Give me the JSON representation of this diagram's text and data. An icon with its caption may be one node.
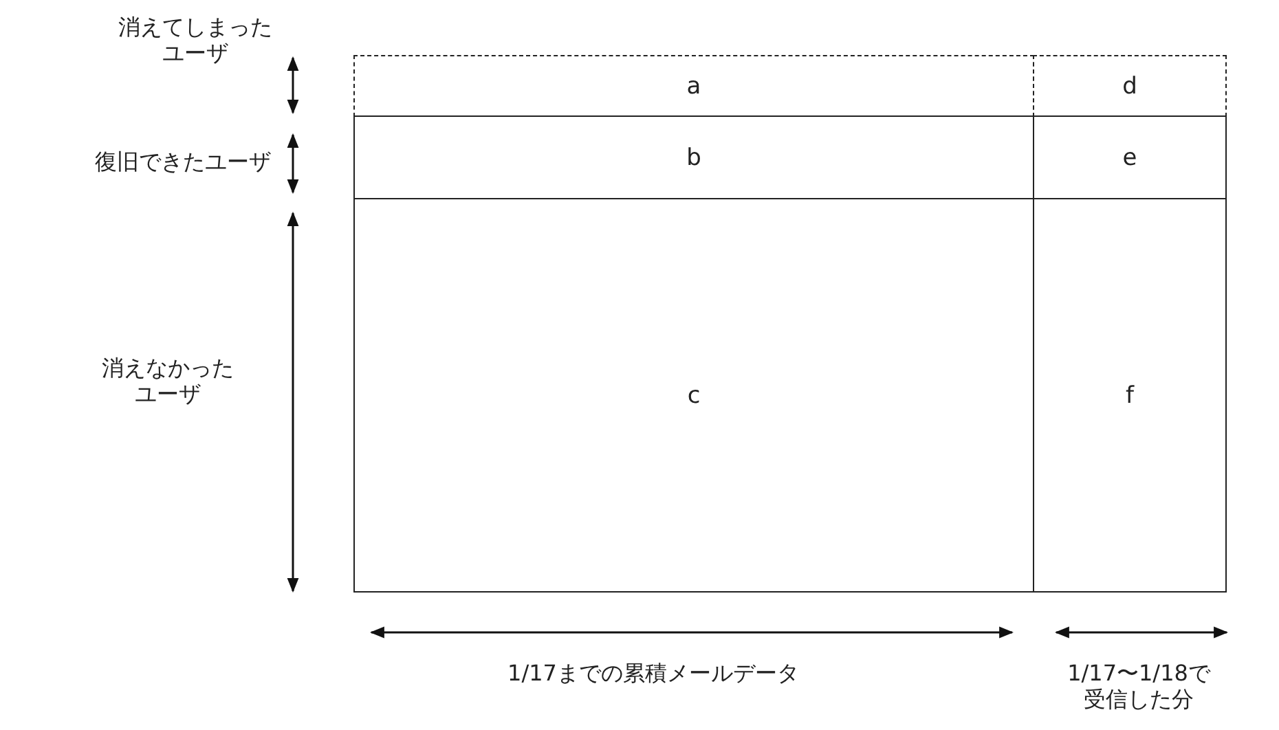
{
  "diagram": {
    "nodes": [
      {
        "text": [
          "a"
        ]
      },
      {
        "text": [
          "d"
        ]
      },
      {
        "text": [
          "b"
        ]
      },
      {
        "text": [
          "e"
        ]
      },
      {
        "text": [
          "c"
        ]
      },
      {
        "text": [
          "f"
        ]
      }
    ],
    "labels": [
      "消えてしまったユーザ",
      "復旧できたユーザ",
      "消えなかったユーザ",
      "1/17までの累積メールデータ",
      "1/17〜1/18で受信した分"
    ]
  }
}
